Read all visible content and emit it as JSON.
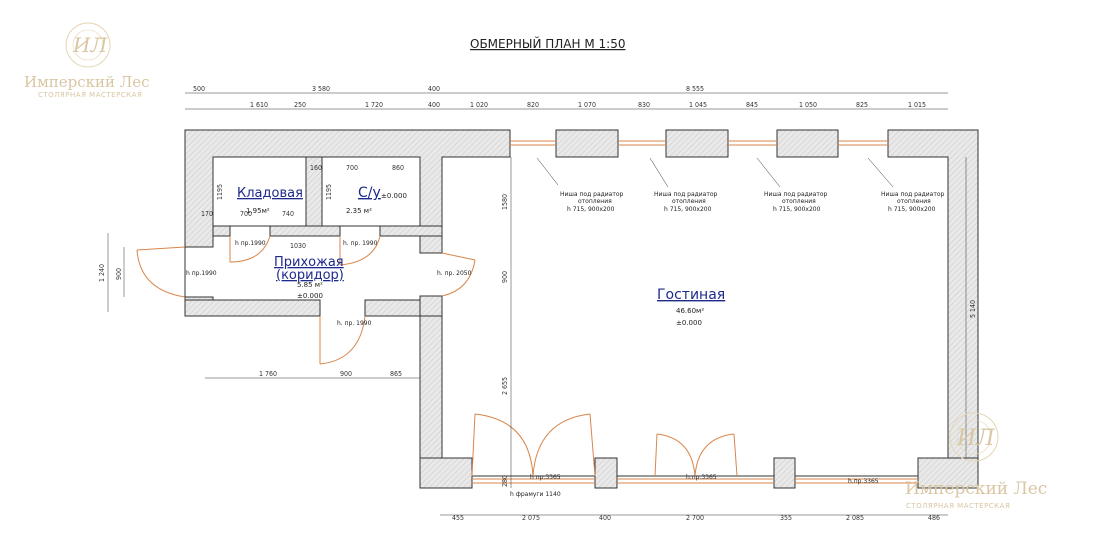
{
  "title": "ОБМЕРНЫЙ ПЛАН М 1:50",
  "brand": {
    "name": "Имперский Лес",
    "subtitle": "СТОЛЯРНАЯ МАСТЕРСКАЯ",
    "monogram": "ИЛ"
  },
  "rooms": {
    "storage": {
      "name": "Кладовая",
      "area": "1.95м²"
    },
    "wc": {
      "name": "С/у",
      "area": "2.35 м²",
      "level": "±0.000"
    },
    "hall": {
      "name": "Прихожая",
      "name2": "(коридор)",
      "area": "5.85 м²",
      "level": "±0.000"
    },
    "living": {
      "name": "Гостиная",
      "area": "46.60м²",
      "level": "±0.000"
    }
  },
  "radiator_note": {
    "line1": "Ниша под радиатор",
    "line2": "отопления",
    "line3": "h 715, 900x200"
  },
  "openings": {
    "h1990": "h пр.1990",
    "h1990b": "h. пр. 1990",
    "h2050": "h. пр. 2050",
    "h3365": "h пр.3365",
    "h3365b": "h.пр.3365",
    "h3365c": "h.пр.3365",
    "sill": "h фрамуги 1140"
  },
  "dims": {
    "top1": [
      "500",
      "3 580",
      "400",
      "8 555"
    ],
    "top2": [
      "1 610",
      "250",
      "1 720",
      "400",
      "1 020",
      "820",
      "1 070",
      "830",
      "1 045",
      "845",
      "1 050",
      "825",
      "1 015"
    ],
    "bottom": [
      "455",
      "2 075",
      "400",
      "2 700",
      "355",
      "2 085",
      "486"
    ],
    "corridor": [
      "1 760",
      "900",
      "865"
    ],
    "left": [
      "1 240",
      "900"
    ],
    "inner_left": [
      "1580",
      "900",
      "2 655",
      "280"
    ],
    "right": "5 140",
    "storage_h": "1195",
    "storage_w": [
      "700",
      "740"
    ],
    "storage_170": "170",
    "hall_1030": "1030",
    "wc_160": "160",
    "wc_w": [
      "700",
      "860"
    ],
    "wc_h": "1195"
  }
}
